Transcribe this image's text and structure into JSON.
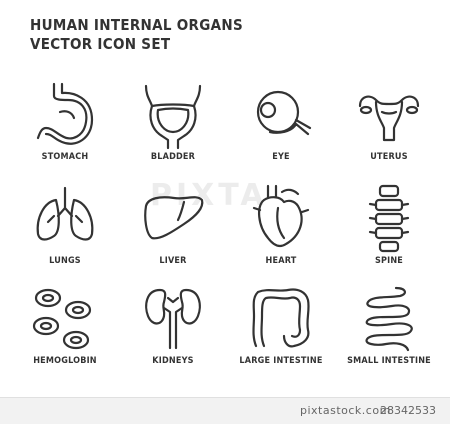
{
  "title": {
    "line1": "HUMAN INTERNAL ORGANS",
    "line2": "VECTOR ICON SET"
  },
  "icons": [
    {
      "label": "STOMACH",
      "icon": "stomach-icon"
    },
    {
      "label": "BLADDER",
      "icon": "bladder-icon"
    },
    {
      "label": "EYE",
      "icon": "eye-icon"
    },
    {
      "label": "UTERUS",
      "icon": "uterus-icon"
    },
    {
      "label": "LUNGS",
      "icon": "lungs-icon"
    },
    {
      "label": "LIVER",
      "icon": "liver-icon"
    },
    {
      "label": "HEART",
      "icon": "heart-icon"
    },
    {
      "label": "SPINE",
      "icon": "spine-icon"
    },
    {
      "label": "HEMOGLOBIN",
      "icon": "hemoglobin-icon"
    },
    {
      "label": "KIDNEYS",
      "icon": "kidneys-icon"
    },
    {
      "label": "LARGE INTESTINE",
      "icon": "large-intestine-icon"
    },
    {
      "label": "SMALL INTESTINE",
      "icon": "small-intestine-icon"
    }
  ],
  "watermark": "PIXTA",
  "footer": {
    "site": "pixtastock.com",
    "image_id": "28342533"
  }
}
